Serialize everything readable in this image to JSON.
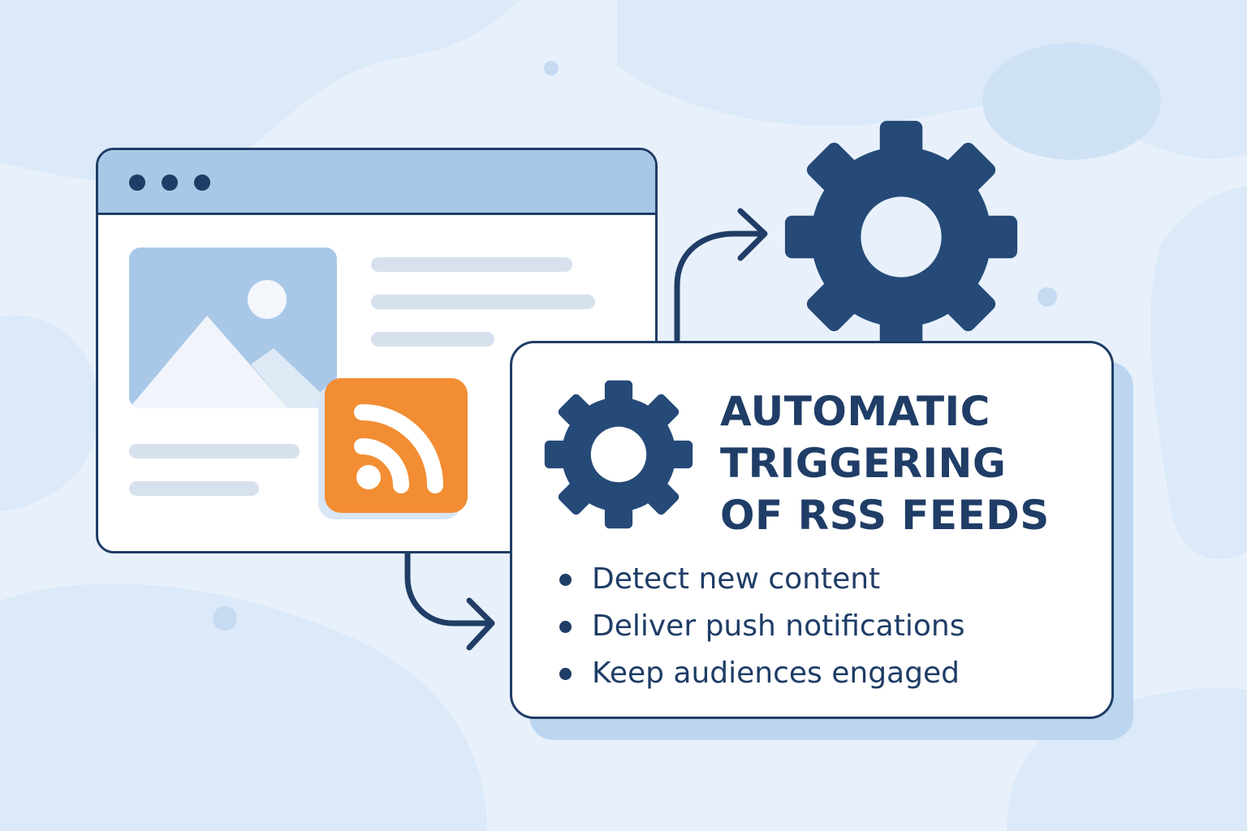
{
  "title_lines": [
    "AUTOMATIC",
    "TRIGGERING",
    "OF RSS FEEDS"
  ],
  "bullets": [
    "Detect new content",
    "Deliver push notifications",
    "Keep audiences engaged"
  ],
  "icons": {
    "feed": "rss-icon",
    "settings": "gear-icon",
    "window_controls": "window-dots",
    "media": "image-placeholder-icon"
  },
  "colors": {
    "background": "#e8f1fb",
    "primary_navy": "#1f3d66",
    "rss_orange": "#f28d33",
    "browser_bar": "#a9c8e8",
    "placeholder_image": "#a9c8e8",
    "text_placeholder": "#d7e1ee"
  }
}
